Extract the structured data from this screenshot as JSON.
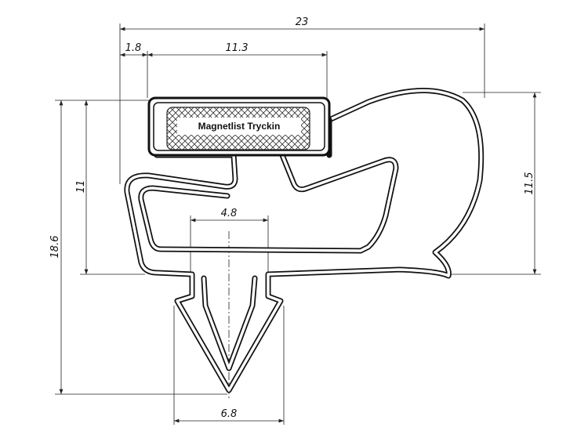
{
  "dimensions": {
    "overall_width": "23",
    "left_offset": "1.8",
    "magnet_width": "11.3",
    "magnet_height": "11",
    "total_height": "18.6",
    "right_height": "11.5",
    "dart_neck_width": "4.8",
    "dart_width": "6.8"
  },
  "magnet_label": "Magnetlist Tryckin"
}
